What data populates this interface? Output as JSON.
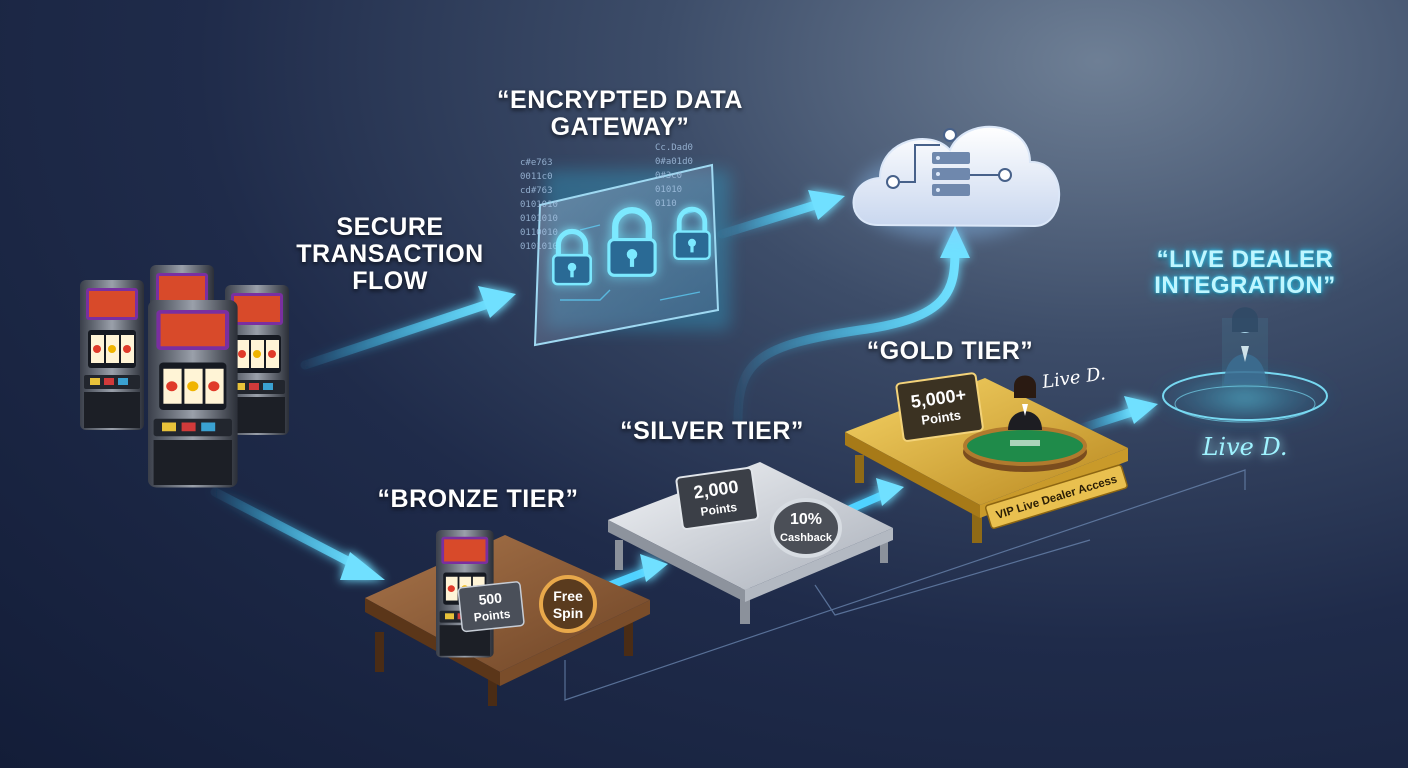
{
  "labels": {
    "secure_flow": [
      "SECURE",
      "TRANSACTION",
      "FLOW"
    ],
    "gateway": [
      "“ENCRYPTED DATA",
      "GATEWAY”"
    ],
    "live_dealer": [
      "“LIVE DEALER",
      "INTEGRATION”"
    ],
    "bronze": "“BRONZE TIER”",
    "silver": "“SILVER TIER”",
    "gold": "“GOLD TIER”"
  },
  "gateway_panel": {
    "code_left": [
      "c#e763",
      "0011c0",
      "cd#763",
      "0101010",
      "0101010",
      "0110010",
      "0101010"
    ],
    "code_right": [
      "Cc.Dad0",
      "0#a01d0",
      "0#3c0",
      "01010",
      "0110"
    ]
  },
  "bronze": {
    "points": "500",
    "points_unit": "Points",
    "reward": [
      "Free",
      "Spin"
    ]
  },
  "silver": {
    "points": "2,000",
    "points_unit": "Points",
    "reward": [
      "10%",
      "Cashback"
    ]
  },
  "gold": {
    "points": "5,000+",
    "points_unit": "Points",
    "ribbon": "VIP Live Dealer Access",
    "script_label": "Live D."
  },
  "live_dealer_platform": {
    "script_label": "Live D."
  },
  "colors": {
    "arrow": "#35c8ff",
    "bronze": "#8a5a37",
    "silver": "#c9ced6",
    "gold": "#e0b53a",
    "cyan_glow": "#2fd3ff"
  },
  "icons": [
    "slot-machine-icon",
    "padlock-icon",
    "cloud-server-icon",
    "dealer-icon",
    "casino-table-icon"
  ]
}
